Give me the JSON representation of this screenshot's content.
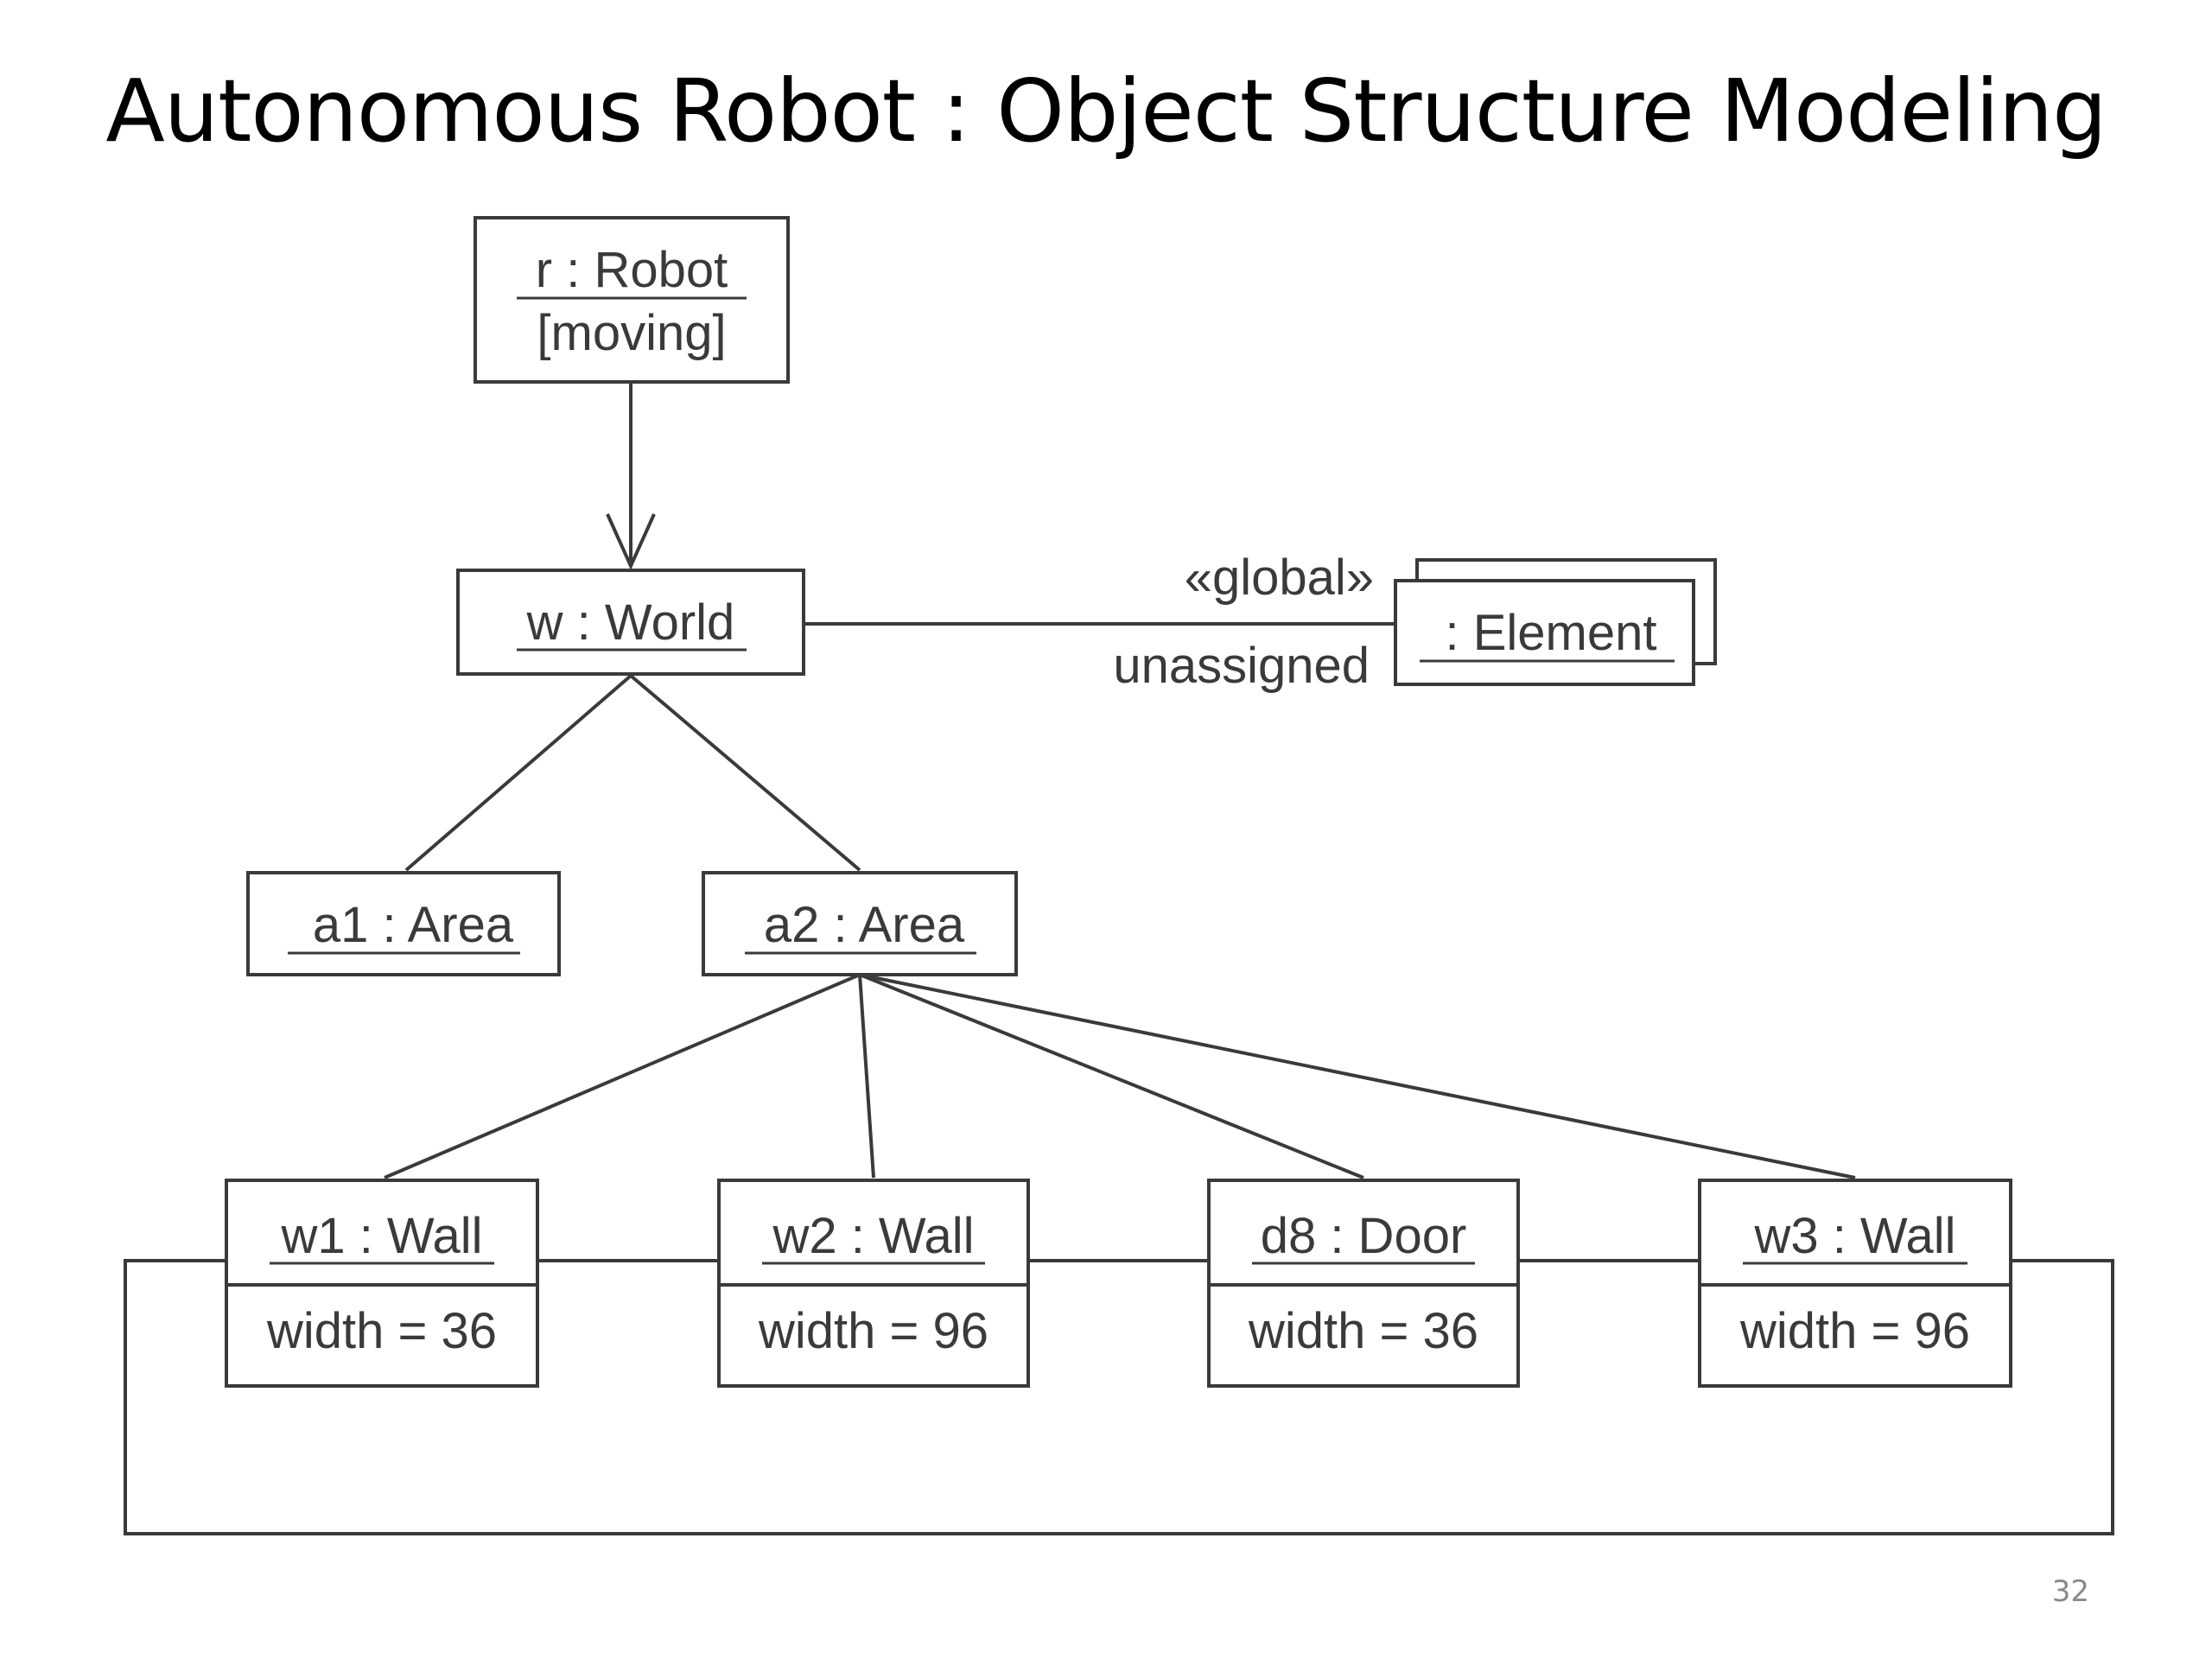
{
  "title": "Autonomous Robot : Object Structure Modeling",
  "page_number": "32",
  "robot": {
    "name": "r : Robot",
    "state": "[moving]"
  },
  "world": {
    "name": "w : World"
  },
  "element": {
    "name": ": Element",
    "stereotype": "«global»",
    "role": "unassigned"
  },
  "areas": [
    {
      "name": "a1 : Area"
    },
    {
      "name": "a2 : Area"
    }
  ],
  "parts": [
    {
      "name": "w1 : Wall",
      "attr": "width = 36"
    },
    {
      "name": "w2 : Wall",
      "attr": "width = 96"
    },
    {
      "name": "d8 : Door",
      "attr": "width = 36"
    },
    {
      "name": "w3 : Wall",
      "attr": "width = 96"
    }
  ],
  "colors": {
    "line": "#3a3a3a",
    "text": "#3a3a3a",
    "title": "#000000"
  }
}
